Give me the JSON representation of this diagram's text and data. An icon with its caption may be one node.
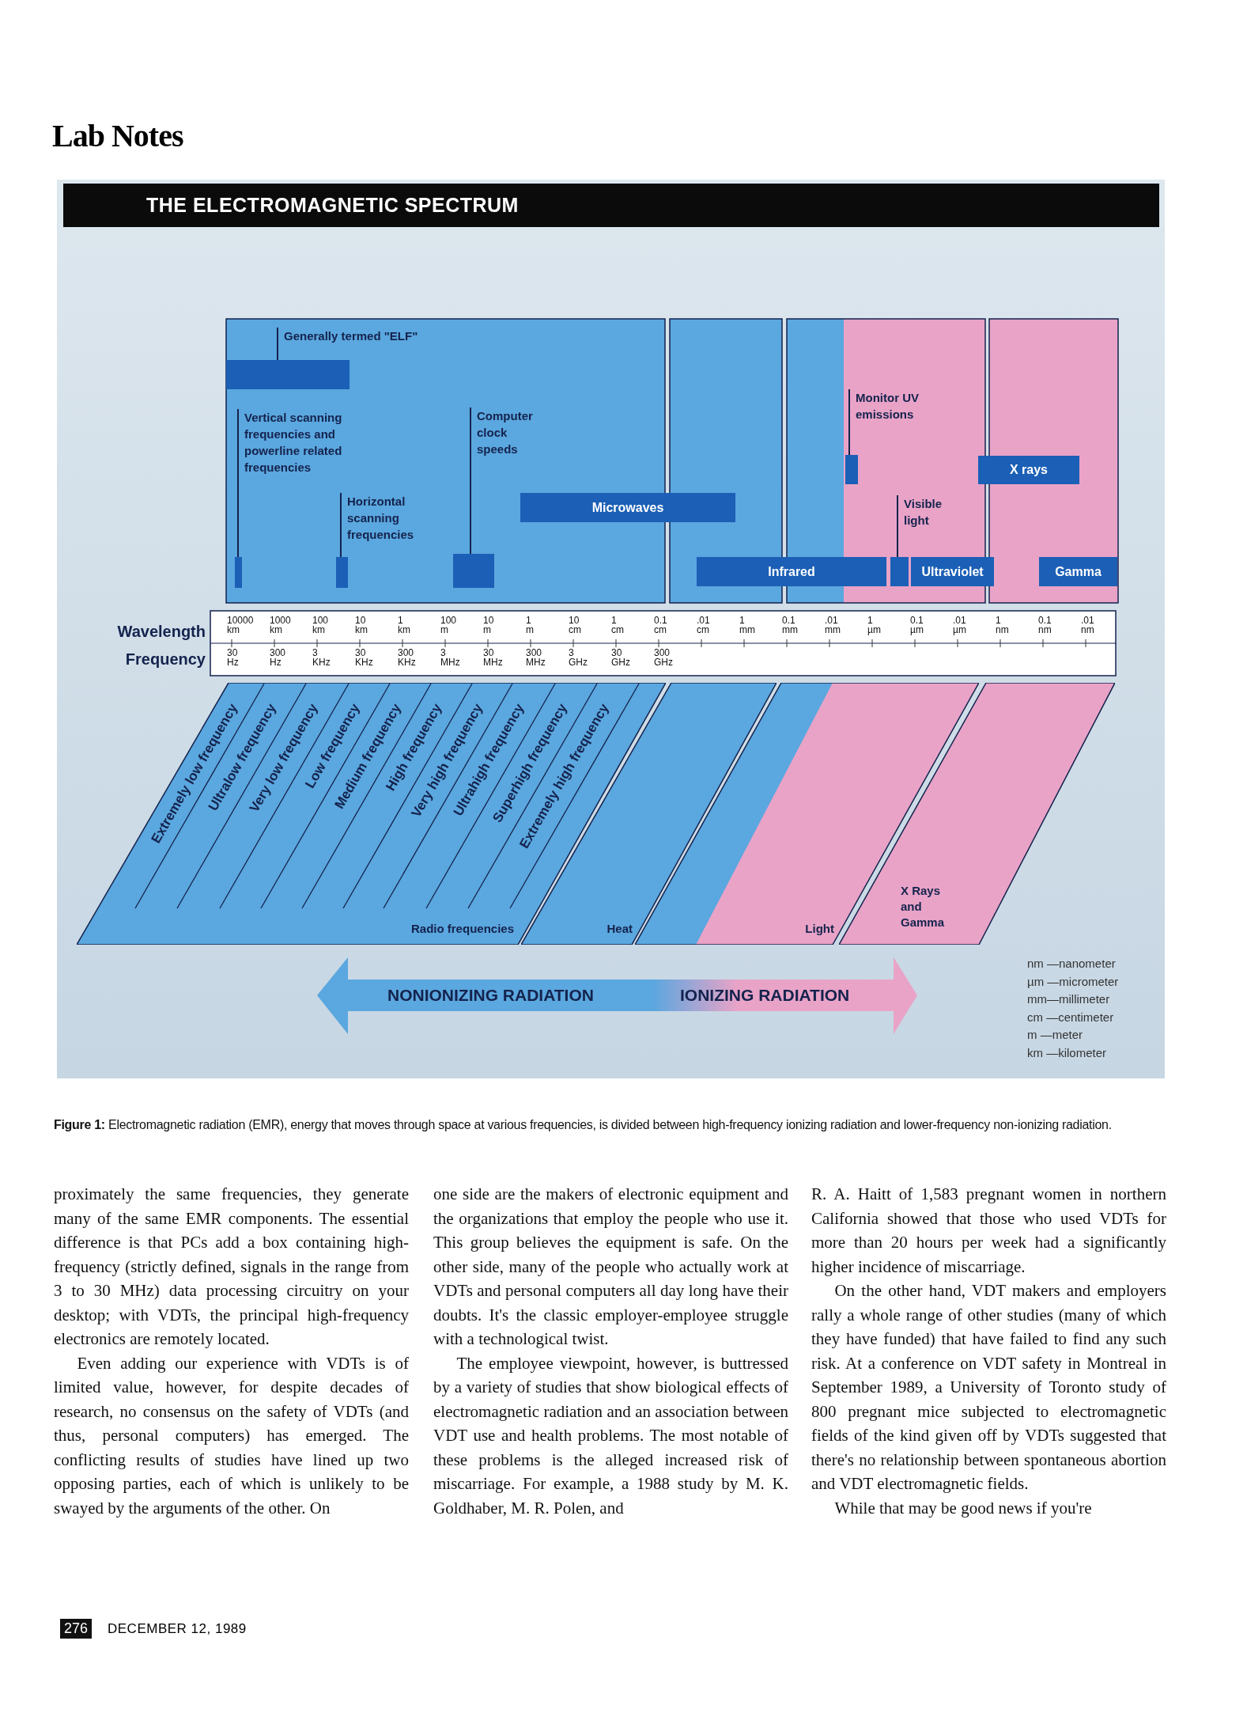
{
  "diagram": {
    "title": "THE ELECTROMAGNETIC SPECTRUM",
    "caption": "**Figure 1:** Electromagnetic radiation (EMR), energy that moves through space at various frequencies, is divided between high-frequency ionizing radiation and lower-frequency non-ionizing radiation.",
    "nodes": [
      {
        "text": [
          "Generally termed \"ELF\""
        ]
      },
      {
        "text": [],
        "shape": "bar"
      },
      {
        "text": [
          "Monitor UV emissions"
        ]
      },
      {
        "text": [
          "Vertical scanning frequencies and powerline related frequencies"
        ]
      },
      {
        "text": [
          "Computer clock speeds"
        ]
      },
      {
        "text": [],
        "shape": "bar"
      },
      {
        "text": [
          "X rays"
        ]
      },
      {
        "text": [
          "Horizontal scanning frequencies"
        ]
      },
      {
        "text": [
          "Microwaves"
        ]
      },
      {
        "text": [
          "Visible light"
        ]
      },
      {
        "text": [],
        "shape": "bar"
      },
      {
        "text": [],
        "shape": "bar"
      },
      {
        "text": [],
        "shape": "bar"
      },
      {
        "text": [
          "Infrared"
        ]
      },
      {
        "text": [],
        "shape": "bar"
      },
      {
        "text": [
          "Ultraviolet"
        ]
      },
      {
        "text": [
          "Gamma"
        ]
      },
      {
        "text": [
          "Radio frequencies"
        ]
      },
      {
        "text": [
          "Extremely low frequency"
        ],
        "in": 17
      },
      {
        "text": [
          "Ultralow frequency"
        ],
        "in": 17
      },
      {
        "text": [
          "Very low frequency"
        ],
        "in": 17
      },
      {
        "text": [
          "Low frequency"
        ],
        "in": 17
      },
      {
        "text": [
          "Medium frequency"
        ],
        "in": 17
      },
      {
        "text": [
          "High frequency"
        ],
        "in": 17
      },
      {
        "text": [
          "Very high frequency"
        ],
        "in": 17
      },
      {
        "text": [
          "Ultrahigh frequency"
        ],
        "in": 17
      },
      {
        "text": [
          "Superhigh frequency"
        ],
        "in": 17
      },
      {
        "text": [
          "Extremely high frequency"
        ],
        "in": 17
      },
      {
        "text": [
          "Heat"
        ]
      },
      {
        "text": [
          "Light"
        ]
      },
      {
        "text": [
          "X Rays and Gamma"
        ]
      }
    ],
    "edges": [
      {
        "from": 0,
        "to": 1,
        "arrow": "none"
      },
      {
        "from": 2,
        "to": 5,
        "arrow": "none"
      },
      {
        "from": 3,
        "to": 10,
        "arrow": "none"
      },
      {
        "from": 4,
        "to": 12,
        "arrow": "none"
      },
      {
        "from": 7,
        "to": 11,
        "arrow": "none"
      },
      {
        "from": 9,
        "to": 14,
        "arrow": "none"
      }
    ],
    "labels": [
      "Lab Notes",
      "Wavelength",
      "10000 km",
      "1000 km",
      "100 km",
      "10 km",
      "1 km",
      "100 m",
      "10 m",
      "1 m",
      "10 cm",
      "1 cm",
      "0.1 cm",
      ".01 cm",
      "1 mm",
      "0.1 mm",
      ".01 mm",
      "1 µm",
      "0.1 µm",
      ".01 µm",
      "1 nm",
      "0.1 nm",
      ".01 nm",
      "Frequency",
      "30 Hz",
      "300 Hz",
      "3 KHz",
      "30 KHz",
      "300 KHz",
      "3 MHz",
      "30 MHz",
      "300 MHz",
      "3 GHz",
      "30 GHz",
      "300 GHz",
      "NONIONIZING RADIATION",
      "IONIZING RADIATION",
      "nm —nanometer",
      "µm —micrometer",
      "mm—millimeter",
      "cm —centimeter",
      "m —meter",
      "km —kilometer",
      "proximately the same frequencies, they generate many of the same EMR components. The essential difference is that PCs add a box containing high-frequency (strictly defined, signals in the range from 3 to 30 MHz) data processing circuitry on your desktop; with VDTs, the principal high-frequency electronics are remotely located.",
      "Even adding our experience with VDTs is of limited value, however, for despite decades of research, no consensus on the safety of VDTs (and thus, personal computers) has emerged. The conflicting results of studies have lined up two opposing parties, each of which is unlikely to be swayed by the arguments of the other. On",
      "one side are the makers of electronic equipment and the organizations that employ the people who use it. This group believes the equipment is safe. On the other side, many of the people who actually work at VDTs and personal computers all day long have their doubts. It's the classic employer-employee struggle with a technological twist.",
      "The employee viewpoint, however, is buttressed by a variety of studies that show biological effects of electromagnetic radiation and an association between VDT use and health problems. The most notable of these problems is the alleged increased risk of miscarriage. For example, a 1988 study by M. K. Goldhaber, M. R. Polen, and",
      "R. A. Haitt of 1,583 pregnant women in northern California showed that those who used VDTs for more than 20 hours per week had a significantly higher incidence of miscarriage.",
      "On the other hand, VDT makers and employers rally a whole range of other studies (many of which they have funded) that have failed to find any such risk. At a conference on VDT safety in Montreal in September 1989, a University of Toronto study of 800 pregnant mice subjected to electromagnetic fields of the kind given off by VDTs suggested that there's no relationship between spontaneous abortion and VDT electromagnetic fields.",
      "While that may be good news if you're",
      "276",
      "DECEMBER 12, 1989"
    ]
  }
}
